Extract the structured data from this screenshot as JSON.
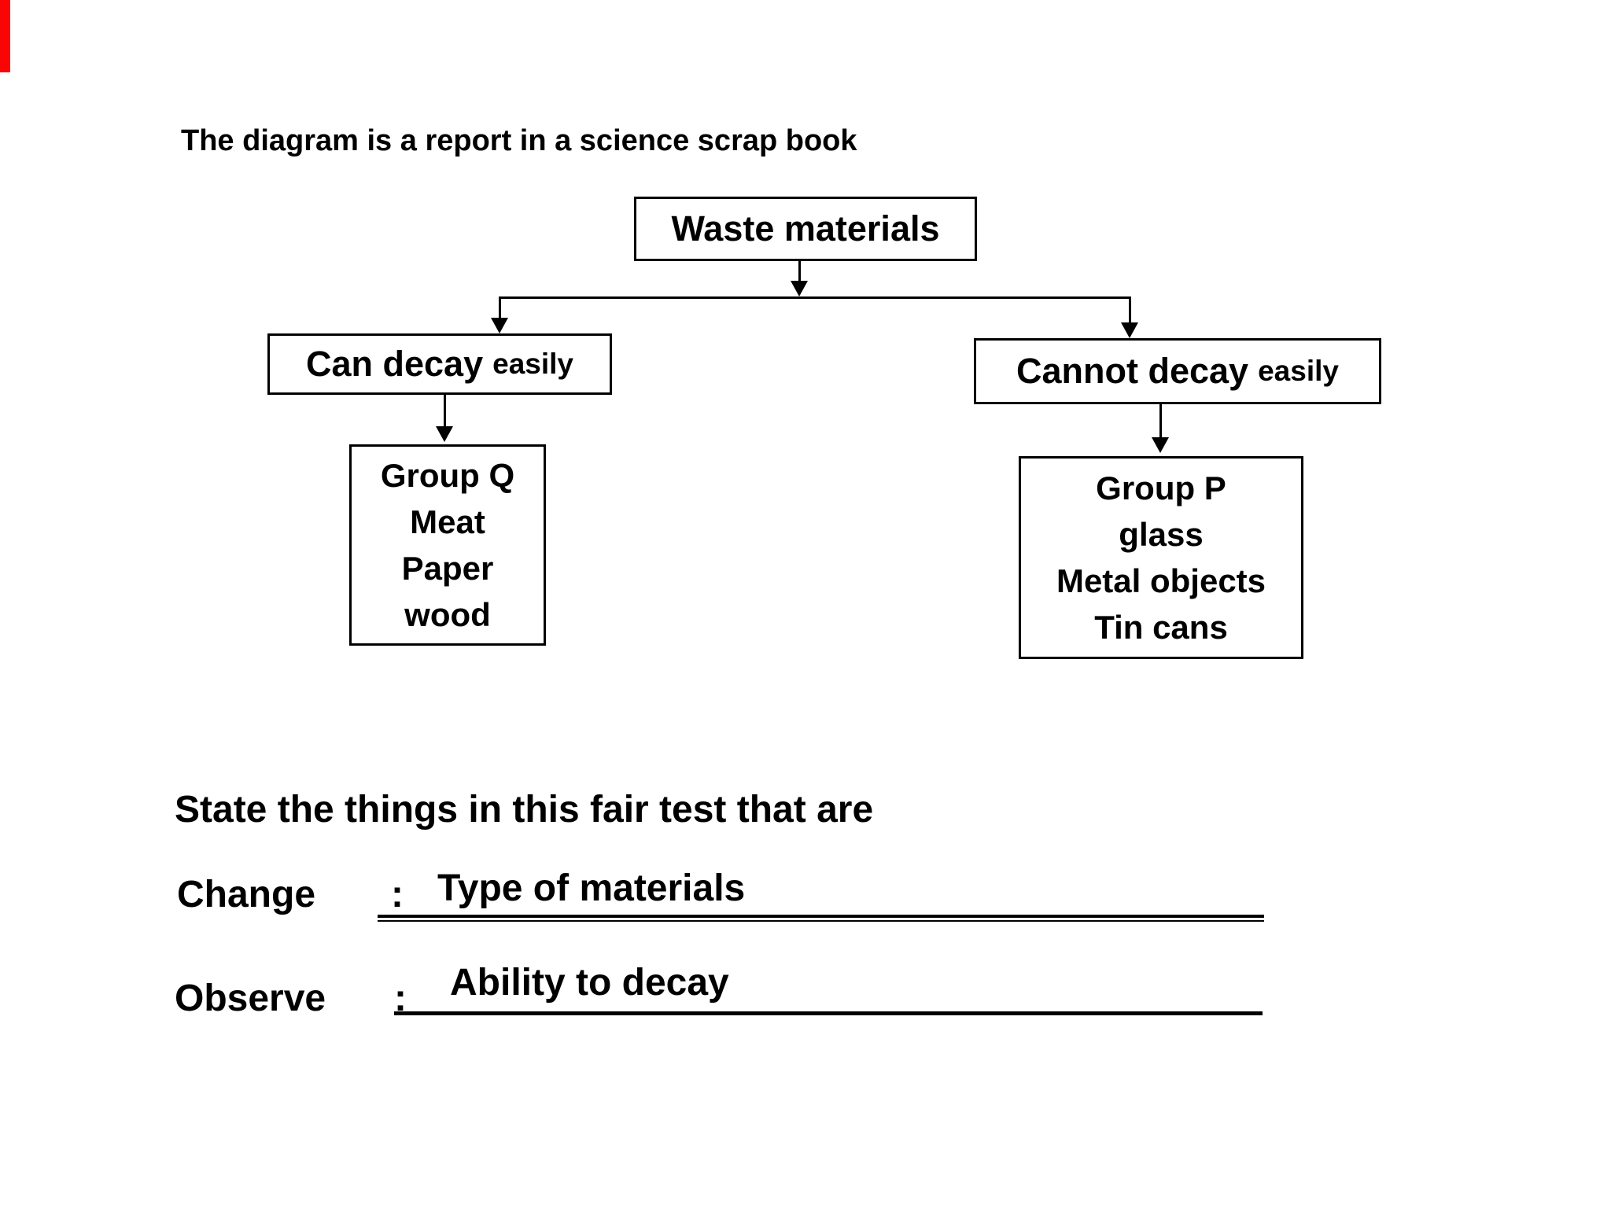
{
  "page": {
    "title": "The diagram is a report in a science scrap book",
    "background_color": "#ffffff",
    "text_color": "#000000",
    "red_bar_color": "#fa0505"
  },
  "diagram": {
    "root_label": "Waste materials",
    "left_branch": {
      "category_main": "Can decay",
      "category_suffix": "easily",
      "group_title": "Group Q",
      "items": [
        "Meat",
        "Paper",
        "wood"
      ]
    },
    "right_branch": {
      "category_main": "Cannot decay",
      "category_suffix": "easily",
      "group_title": "Group P",
      "items": [
        "glass",
        "Metal objects",
        "Tin cans"
      ]
    }
  },
  "question": {
    "prompt": "State the things in this fair test that are",
    "rows": [
      {
        "label": "Change",
        "separator": ":",
        "answer": "Type of materials"
      },
      {
        "label": "Observe",
        "separator": ":",
        "answer": "Ability to decay"
      }
    ]
  }
}
